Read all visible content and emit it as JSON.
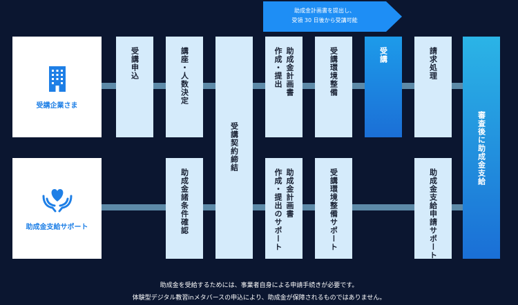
{
  "arrow": {
    "line1": "助成金計画書を提出し、",
    "line2": "受領 30 日後から受講可能"
  },
  "actors": {
    "company": {
      "label": "受講企業さま",
      "icon": "building-icon"
    },
    "support": {
      "label": "助成金支給サポート",
      "icon": "hands-heart-icon"
    }
  },
  "top_steps": {
    "application": "受講申込",
    "decide": "講座・人数決定",
    "plan": "助成金計画書\n作成・提出",
    "env": "受講環境整備",
    "attend": "受講",
    "billing": "請求処理"
  },
  "contract": "受講契約締結",
  "final": "審査後に助成金支給",
  "bottom_steps": {
    "conditions": "助成金諸条件確認",
    "plan_support": "助成金計画書\n作成・提出のサポート",
    "env_support": "受講環境整備サポート",
    "apply_support": "助成金支給申請サポート"
  },
  "footer": {
    "line1": "助成金を受給するためには、事業者自身による申請手続きが必要です。",
    "line2": "体験型デジタル教習inメタバースの申込により、助成金が保障されるものではありません。"
  },
  "colors": {
    "background": "#0b1630",
    "box": "#d5ebfb",
    "accent": "#1e7fe6",
    "arrow": "#1e8ef5",
    "line": "#5d8aa8"
  }
}
